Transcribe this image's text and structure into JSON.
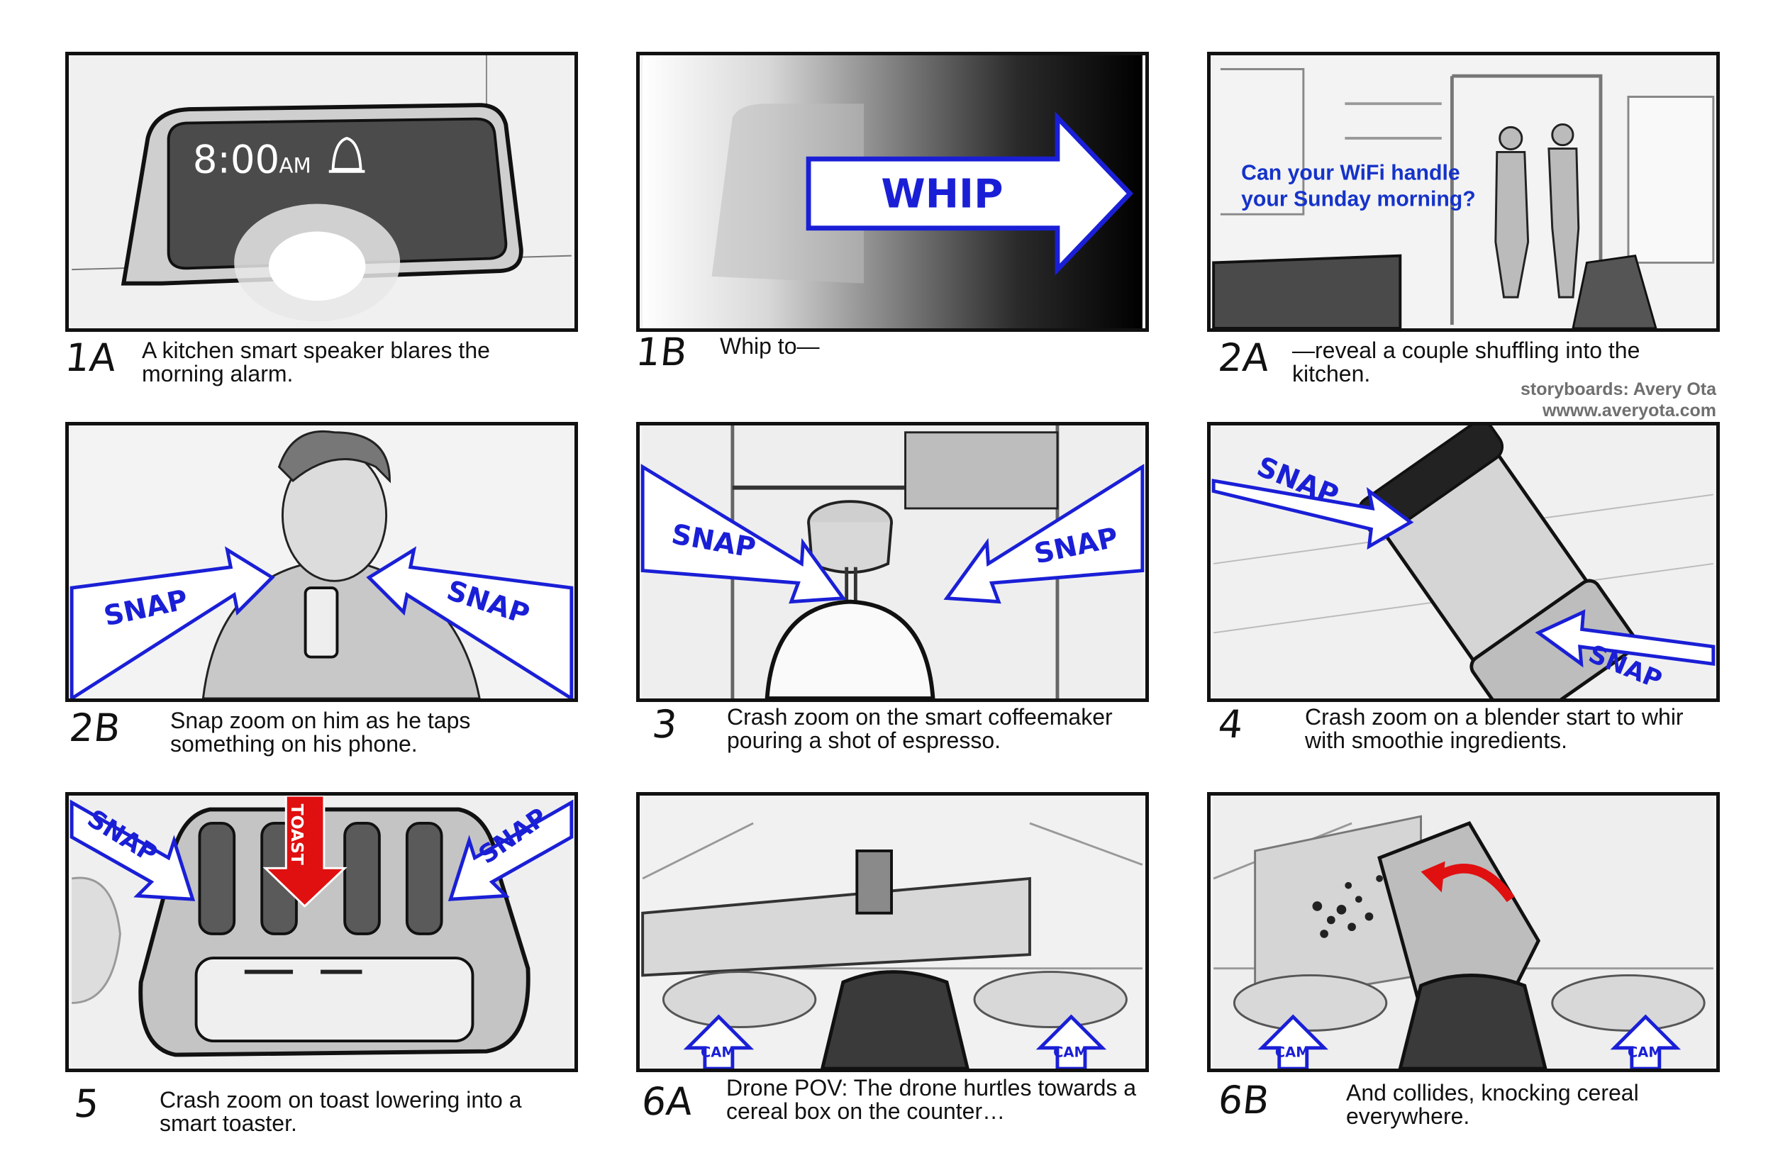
{
  "panels": [
    {
      "id": "1A",
      "caption": "A kitchen smart speaker blares the morning alarm."
    },
    {
      "id": "1B",
      "caption": "Whip to—"
    },
    {
      "id": "2A",
      "caption": "—reveal a couple shuffling into the kitchen."
    },
    {
      "id": "2B",
      "caption": "Snap zoom on him as he taps something on his phone."
    },
    {
      "id": "3",
      "caption": "Crash zoom on the smart coffeemaker pouring a shot of espresso."
    },
    {
      "id": "4",
      "caption": "Crash zoom on a blender start to whir with smoothie ingredients."
    },
    {
      "id": "5",
      "caption": "Crash zoom on toast lowering into a smart toaster."
    },
    {
      "id": "6A",
      "caption": "Drone POV: The drone hurtles towards a cereal box on the counter…"
    },
    {
      "id": "6B",
      "caption": "And collides, knocking cereal everywhere."
    }
  ],
  "art": {
    "time": "8:00",
    "ampm": "AM",
    "whip": "WHIP",
    "question_line1": "Can  your WiFi handle",
    "question_line2": "your Sunday morning?",
    "snap": "SNAP",
    "toast": "TOAST",
    "cam": "CAM"
  },
  "credit": {
    "line1": "storyboards: Avery Ota",
    "line2": "wwww.averyota.com"
  },
  "colors": {
    "accent_blue": "#1a1fd6",
    "red": "#e01010",
    "ink": "#111111"
  }
}
